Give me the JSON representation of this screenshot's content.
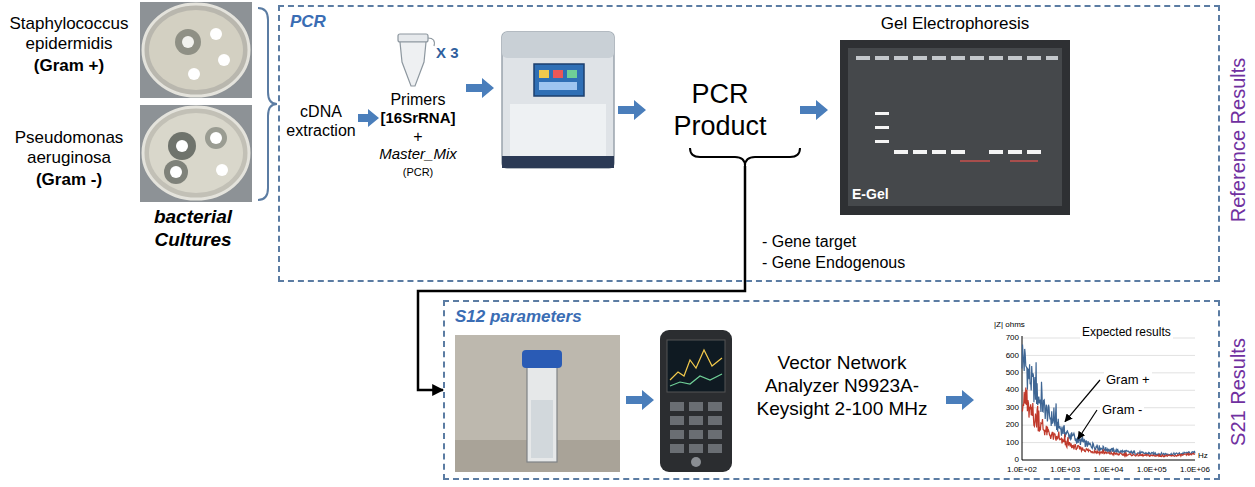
{
  "diagram": {
    "nodes": [
      {
        "text": [
          "PCR"
        ]
      },
      {
        "text": [
          "S12 parameters"
        ]
      }
    ],
    "edges": [
      {
        "from": 0,
        "to": 1,
        "arrow": "to"
      }
    ],
    "labels": [
      "Staphylococcus epidermidis",
      "(Gram +)",
      "Pseudomonas aeruginosa",
      "(Gram -)",
      "bacterial Cultures",
      "cDNA extraction",
      "X 3",
      "Primers",
      "[16SrRNA]",
      "+",
      "Master_Mix",
      "(PCR)",
      "PCR Product",
      "- Gene target",
      "- Gene Endogenous",
      "Gel Electrophoresis",
      "E-Gel",
      "Reference Results",
      "Vector Network Analyzer N9923A-Keysight 2-100 MHz",
      "Expected results",
      "|Z| ohms",
      "700",
      "600",
      "500",
      "400",
      "300",
      "200",
      "100",
      "0",
      "1.0E+02",
      "1.0E+03",
      "1.0E+04",
      "1.0E+05",
      "1.0E+06",
      "Hz",
      "Gram +",
      "Gram -",
      "S21 Results"
    ]
  }
}
